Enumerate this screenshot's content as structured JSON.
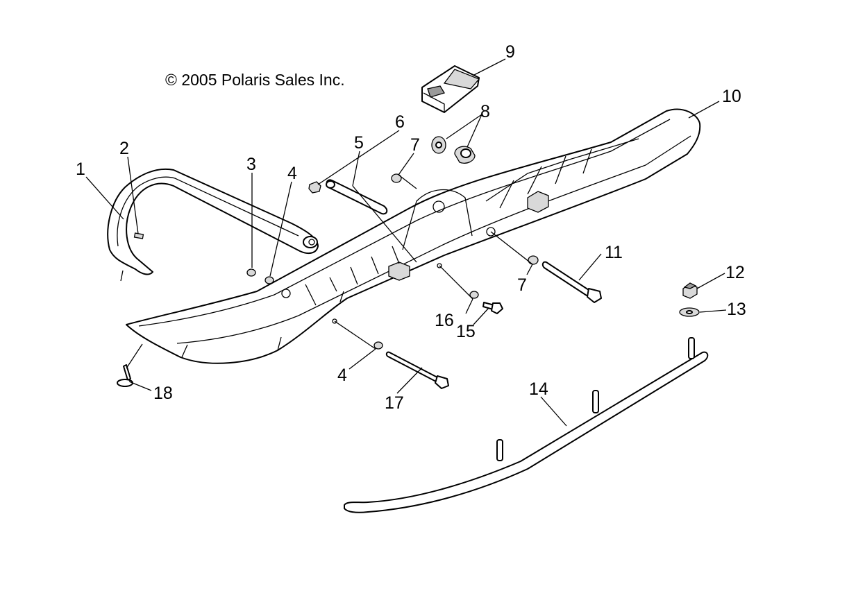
{
  "copyright": "© 2005 Polaris Sales Inc.",
  "callouts": [
    "1",
    "2",
    "3",
    "4",
    "5",
    "6",
    "7",
    "8",
    "9",
    "10",
    "11",
    "12",
    "13",
    "14",
    "15",
    "16",
    "17",
    "18",
    "4",
    "7"
  ]
}
